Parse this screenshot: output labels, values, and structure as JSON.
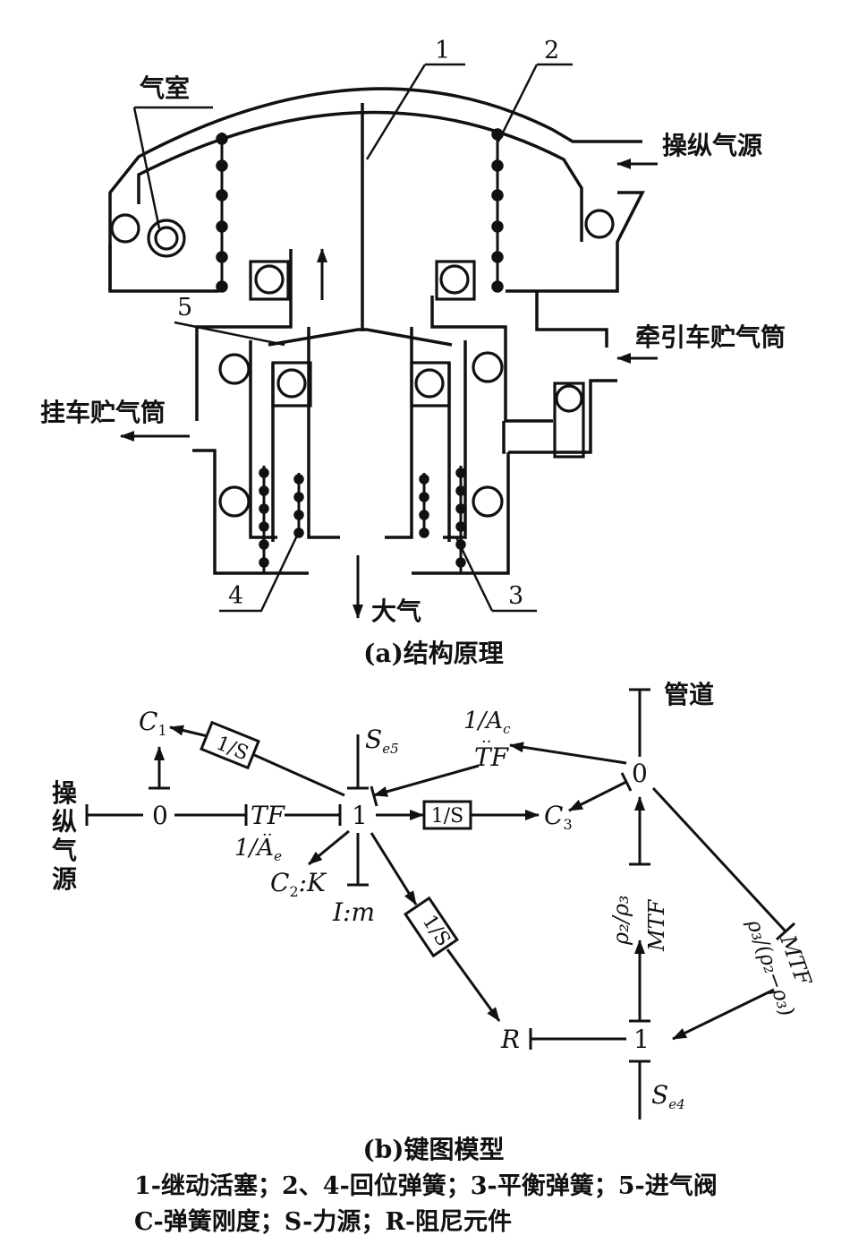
{
  "part_a": {
    "callouts": {
      "n1": "1",
      "n2": "2",
      "n3": "3",
      "n4": "4",
      "n5": "5"
    },
    "labels": {
      "air_chamber": "气室",
      "control_air_source": "操纵气源",
      "tractor_reservoir": "牵引车贮气筒",
      "trailer_reservoir": "挂车贮气筒",
      "atmosphere": "大气"
    },
    "caption": "(a)结构原理"
  },
  "part_b": {
    "nodes": {
      "zero_left": "0",
      "one_center": "1",
      "zero_right": "0",
      "one_bottom": "1"
    },
    "labels": {
      "source_vertical": "操纵气源",
      "c1": "C",
      "c1_sub": "1",
      "c2": "C",
      "c2_sub": "2",
      "c2_suffix": ":K",
      "c3": "C",
      "c3_sub": "3",
      "im": "I:m",
      "r": "R",
      "se5": "S",
      "se5_sub": "e5",
      "se4": "S",
      "se4_sub": "e4",
      "pipe": "管道",
      "tf_left": "TF",
      "tf_left_ratio": "1/A",
      "tf_left_ratio_sub": "e",
      "tf_top": "TF",
      "tf_top_ratio": "1/A",
      "tf_top_ratio_sub": "c",
      "mtf_vertical": "MTF",
      "mtf_vertical_ratio": "ρ₂/ρ₃",
      "mtf_diag": "MTF",
      "mtf_diag_ratio": "ρ₃/(ρ₂−ρ₃)",
      "box_a": "1/S",
      "box_b": "1/S",
      "box_c": "1/S"
    },
    "caption": "(b)键图模型"
  },
  "legend": {
    "line1": "1-继动活塞；2、4-回位弹簧；3-平衡弹簧；5-进气阀",
    "line2": "C-弹簧刚度；S-力源；R-阻尼元件"
  }
}
